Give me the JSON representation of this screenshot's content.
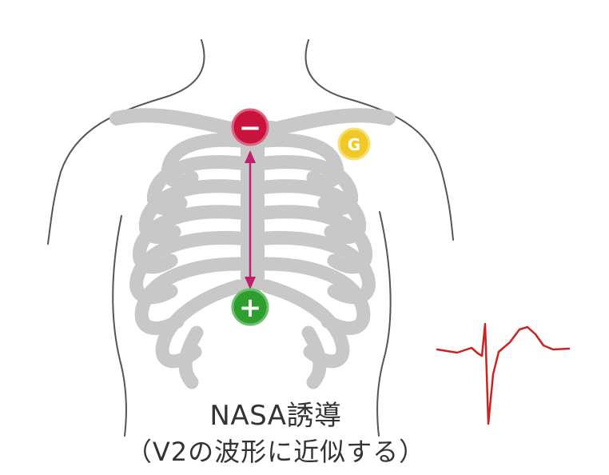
{
  "diagram": {
    "title": "NASA誘導",
    "subtitle": "（V2の波形に近似する）",
    "electrodes": {
      "negative": {
        "symbol": "−",
        "color": "#c8143c"
      },
      "positive": {
        "symbol": "+",
        "color": "#2e9e2e"
      },
      "ground": {
        "symbol": "G",
        "color": "#f0c828"
      }
    },
    "colors": {
      "rib_cage": "#c8c8c8",
      "body_outline": "#555555",
      "lead_arrow": "#c0206a",
      "ecg_trace": "#cc2222"
    }
  }
}
